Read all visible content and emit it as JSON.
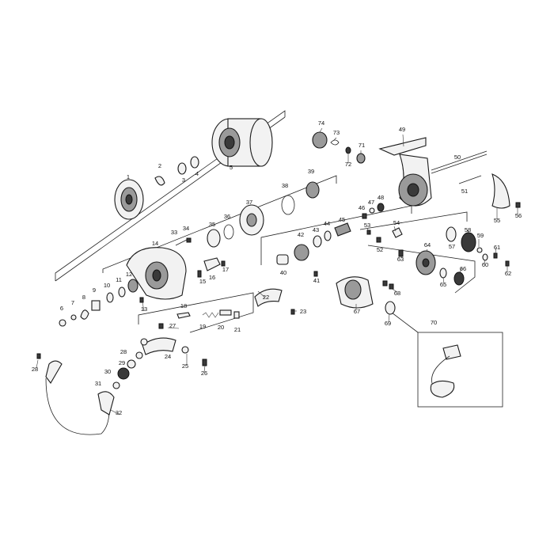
{
  "diagram": {
    "labels": [
      "1",
      "2",
      "3",
      "4",
      "5",
      "6",
      "7",
      "8",
      "9",
      "10",
      "11",
      "12",
      "13",
      "14",
      "15",
      "16",
      "17",
      "18",
      "19",
      "20",
      "21",
      "22",
      "23",
      "24",
      "25",
      "26",
      "27",
      "28",
      "28",
      "29",
      "30",
      "31",
      "32",
      "33",
      "34",
      "35",
      "36",
      "37",
      "38",
      "39",
      "40",
      "41",
      "42",
      "43",
      "44",
      "45",
      "46",
      "47",
      "48",
      "49",
      "50",
      "51",
      "52",
      "53",
      "54",
      "55",
      "56",
      "57",
      "58",
      "59",
      "60",
      "61",
      "62",
      "63",
      "64",
      "65",
      "66",
      "67",
      "68",
      "69",
      "70",
      "71",
      "72",
      "73",
      "74"
    ]
  }
}
